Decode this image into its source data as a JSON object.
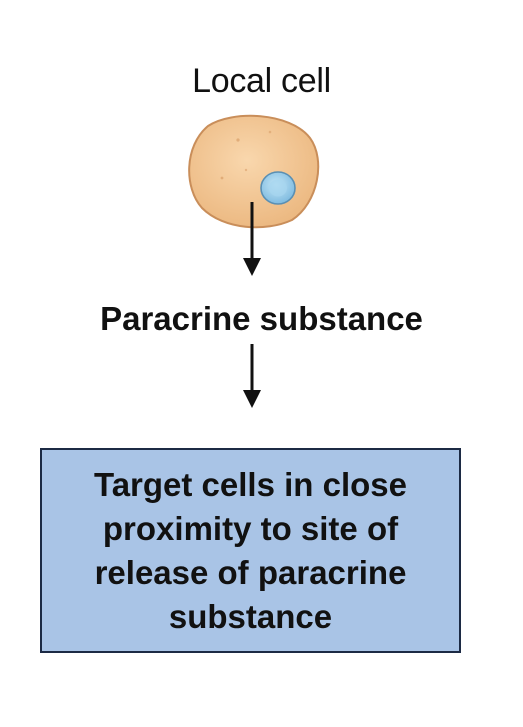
{
  "diagram": {
    "cell_label": "Local cell",
    "substance_label": "Paracrine substance",
    "target_lines": [
      "Target cells in close",
      "proximity to site of",
      "release of paracrine",
      "substance"
    ]
  },
  "colors": {
    "cell_fill": "#f3c590",
    "cell_stroke": "#c98e5a",
    "nucleus_fill": "#8ec7e6",
    "nucleus_stroke": "#5a8fb3",
    "box_fill": "#a9c4e6",
    "box_border": "#1c2a44",
    "arrow": "#111111"
  },
  "icons": {
    "cell": "local-cell-icon",
    "nucleus": "nucleus-icon",
    "arrow": "down-arrow-icon"
  }
}
